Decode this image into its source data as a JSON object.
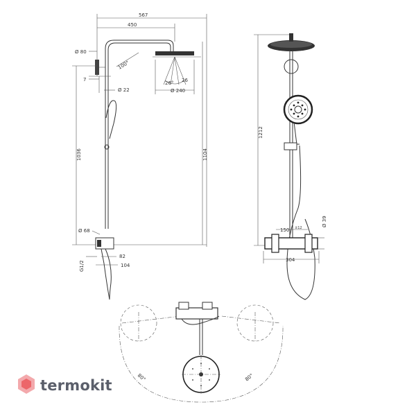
{
  "brand": {
    "name": "termokit",
    "accent": "#e84a4f",
    "text_color": "#5b5f6b"
  },
  "side_view": {
    "width_total": "567",
    "width_arm": "450",
    "dia_head": "Ø 80",
    "offset_7": "7",
    "dia_22": "Ø 22",
    "arm_100": "100°",
    "angle_a": "26°",
    "angle_b": "26",
    "dia_240": "Ø 240",
    "height_1036": "1036",
    "height_1104": "1104",
    "dia_68": "Ø 68",
    "dim_82": "82",
    "g12": "G1/2",
    "dim_104": "104"
  },
  "front_view": {
    "height_1212": "1212",
    "dim_150": "150",
    "tol_150": "±12",
    "dia_39": "Ø 39",
    "dim_304": "304"
  },
  "top_view": {
    "angle_left": "80°",
    "angle_right": "80°"
  }
}
